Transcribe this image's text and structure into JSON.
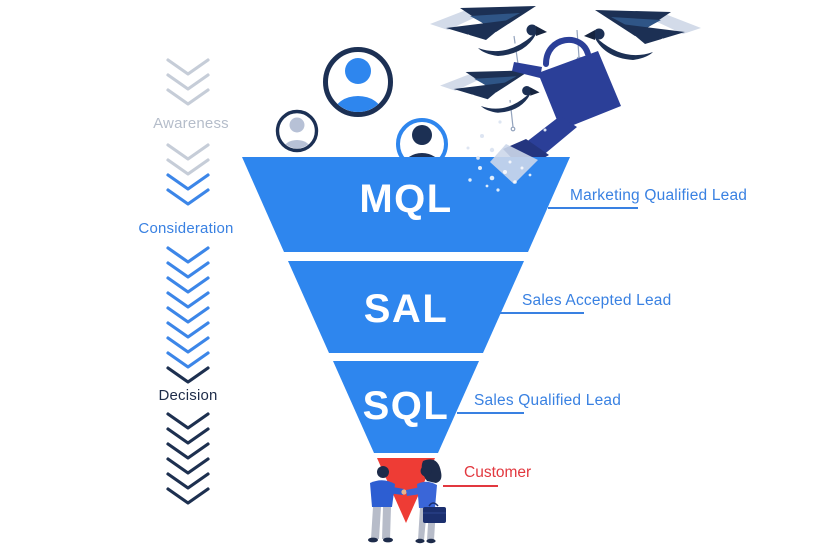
{
  "journey": {
    "stages": [
      {
        "label": "Awareness",
        "color": "#b5bdca"
      },
      {
        "label": "Consideration",
        "color": "#3981e2"
      },
      {
        "label": "Decision",
        "color": "#1e2c49"
      }
    ],
    "chevron_groups": [
      [
        "#c6cdd8",
        "#c6cdd8",
        "#c6cdd8"
      ],
      [
        "#c6cdd8",
        "#c6cdd8",
        "#3c86e8",
        "#3c86e8"
      ],
      [
        "#3c86e8",
        "#3c86e8",
        "#3c86e8",
        "#3c86e8",
        "#3c86e8",
        "#3c86e8",
        "#3c86e8",
        "#3c86e8",
        "#1d3050"
      ],
      [
        "#1d3050",
        "#1d3050",
        "#1d3050",
        "#1d3050",
        "#1d3050",
        "#1d3050"
      ]
    ]
  },
  "funnel": {
    "segments": [
      {
        "abbr": "MQL",
        "label": "Marketing Qualified Lead"
      },
      {
        "abbr": "SAL",
        "label": "Sales Accepted Lead"
      },
      {
        "abbr": "SQL",
        "label": "Sales Qualified Lead"
      }
    ],
    "outcome": {
      "label": "Customer",
      "color": "#e2383f"
    }
  },
  "colors": {
    "funnel_blue": "#2e86ee",
    "label_blue": "#3981e2",
    "navy": "#1c3054",
    "red": "#ee3c35",
    "chevron_gray": "#c6cdd8",
    "chevron_blue": "#3c86e8",
    "watering_can_blue": "#2b3f98",
    "person_gray": "#b7c1d6"
  }
}
